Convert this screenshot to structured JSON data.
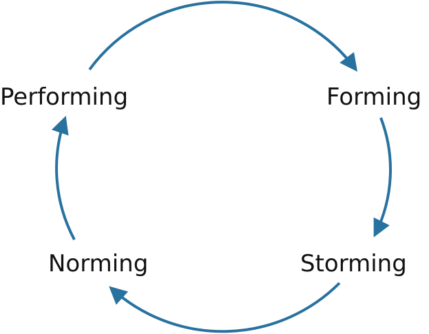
{
  "diagram": {
    "type": "cycle",
    "stages": [
      {
        "id": "forming",
        "label": "Forming"
      },
      {
        "id": "storming",
        "label": "Storming"
      },
      {
        "id": "norming",
        "label": "Norming"
      },
      {
        "id": "performing",
        "label": "Performing"
      }
    ],
    "arrow_color": "#2872a0",
    "text_color": "#111111",
    "background": "#ffffff",
    "direction": "clockwise"
  }
}
